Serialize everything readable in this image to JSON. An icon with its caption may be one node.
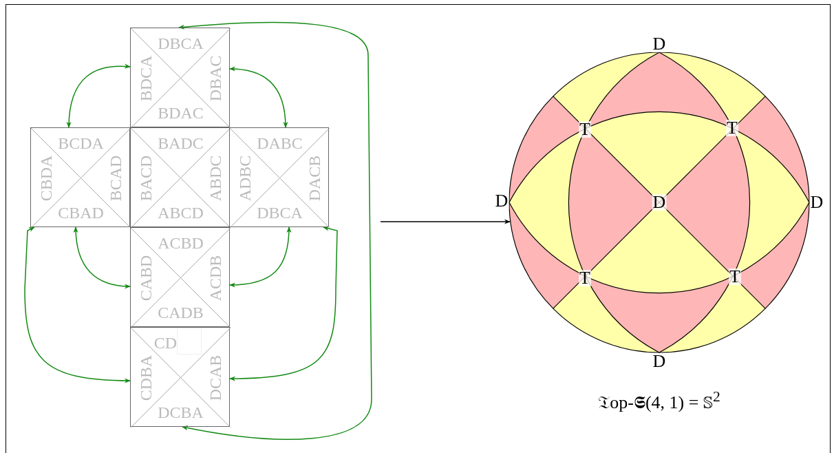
{
  "diagram": {
    "caption": "𝔗op-𝕾(4, 1) = 𝕊$^{2}$",
    "nodes": [
      {
        "text": [
          "DBCA",
          "BDCA",
          "DBAC",
          "BDAC"
        ]
      },
      {
        "text": [
          "BCDA",
          "CBDA",
          "BCAD",
          "CBAD"
        ]
      },
      {
        "text": [
          "BADC",
          "BACD",
          "ABDC",
          "ABCD"
        ]
      },
      {
        "text": [
          "DABC",
          "ADBC",
          "DACB",
          "DBCA"
        ]
      },
      {
        "text": [
          "ACBD",
          "CABD",
          "ACDB",
          "CADB"
        ]
      },
      {
        "text": [
          "CD",
          "CDBA",
          "DCAB",
          "DCBA"
        ]
      },
      {
        "text": [],
        "shape": "circle"
      }
    ],
    "edges": [
      {
        "from": 0,
        "to": 1,
        "arrow": "both"
      },
      {
        "from": 0,
        "to": 3,
        "arrow": "both"
      },
      {
        "from": 1,
        "to": 4,
        "arrow": "both"
      },
      {
        "from": 3,
        "to": 4,
        "arrow": "both"
      },
      {
        "from": 5,
        "to": 1,
        "arrow": "both"
      },
      {
        "from": 5,
        "to": 3,
        "arrow": "both"
      },
      {
        "from": 0,
        "to": 5,
        "arrow": "both"
      },
      {
        "from": null,
        "to": 6,
        "arrow": "to",
        "color": "#000000"
      }
    ],
    "labels": [
      "D",
      "T",
      "T",
      "D",
      "D",
      "D",
      "T",
      "T",
      "D"
    ]
  }
}
